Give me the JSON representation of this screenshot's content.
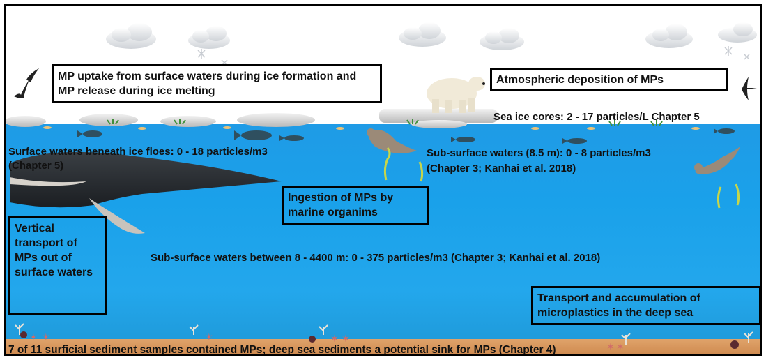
{
  "boxes": {
    "ice_uptake": "MP uptake from surface waters during ice formation and MP release during ice melting",
    "atmospheric": "Atmospheric deposition of MPs",
    "ingestion": "Ingestion of MPs by marine organims",
    "vertical": "Vertical transport of MPs out of surface waters",
    "deep_sea": "Transport and accumulation of microplastics in the deep sea"
  },
  "labels": {
    "sea_ice_cores": "Sea ice cores: 2 - 17 particles/L Chapter 5",
    "surface_beneath_ice_1": "Surface waters beneath ice floes: 0 - 18 particles/m3",
    "surface_beneath_ice_2": "(Chapter 5)",
    "subsurface_85_1": "Sub-surface waters (8.5 m): 0 - 8 particles/m3",
    "subsurface_85_2": "(Chapter 3; Kanhai et al. 2018)",
    "subsurface_deep": "Sub-surface waters between 8 - 4400 m: 0 - 375 particles/m3 (Chapter 3; Kanhai et al. 2018)",
    "sediment": "7 of 11 surficial sediment samples contained MPs; deep sea sediments a potential sink for MPs (Chapter 4)"
  },
  "colors": {
    "ocean": "#1fa0e8",
    "seabed": "#d99457",
    "ice": "#dcdcdc",
    "box_border": "#000000"
  },
  "icons": [
    "cloud-icon",
    "bird-icon",
    "polar-bear-icon",
    "seal-icon",
    "whale-icon",
    "fish-icon",
    "seaweed-icon",
    "starfish-icon",
    "coral-icon",
    "sea-urchin-icon",
    "snowflake-icon",
    "ice-floe-icon"
  ]
}
